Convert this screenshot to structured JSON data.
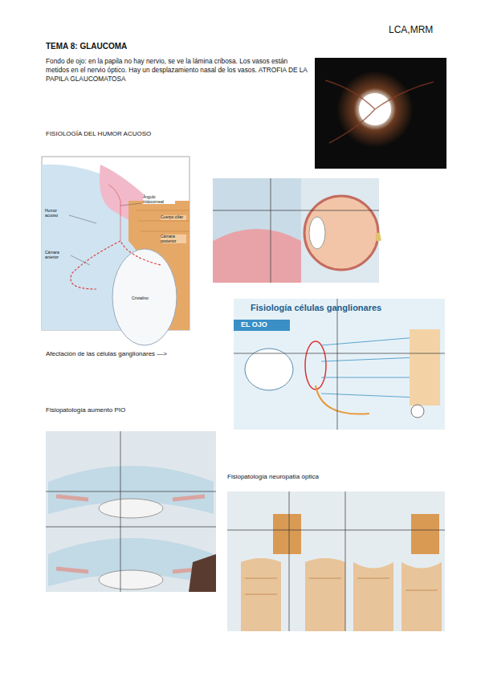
{
  "diagram": {
    "title": "TEMA 8: GLAUCOMA",
    "labels": [
      "LCA,MRM",
      "Fondo de ojo: en la papila no hay nervio, se ve la lámina cribosa. Los vasos están metidos en el nervio óptico. Hay un desplazamiento nasal de los vasos. ATROFIA DE LA PAPILA GLAUCOMATOSA",
      "FISIOLOGÍA DEL HUMOR ACUOSO",
      "Humor acuoso",
      "Cámara anterior",
      "Ángulo iridocorneal",
      "Cuerpo ciliar",
      "Cámara posterior",
      "Cristalino",
      "Fisiología células ganglionares",
      "EL OJO",
      "Afectación de las células ganglionares —>",
      "Fisiopatología aumento PIO",
      "Fisiopatología neuropatía óptica"
    ]
  }
}
